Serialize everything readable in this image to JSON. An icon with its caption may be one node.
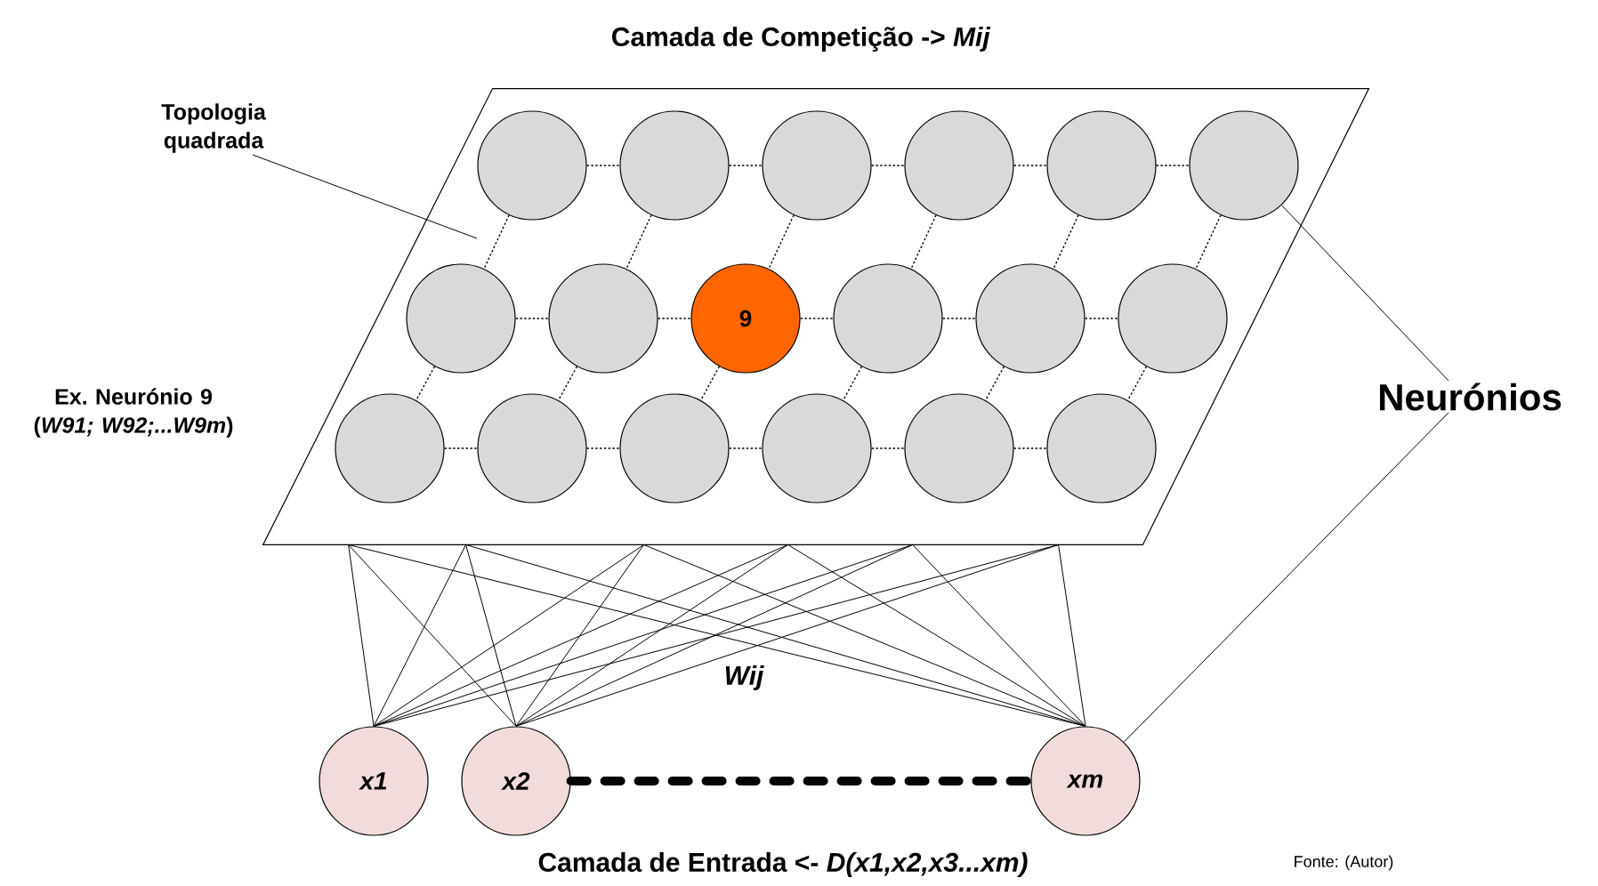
{
  "diagram": {
    "nodes": [
      {
        "text": [
          "Camada de Competição -> *Mij*"
        ]
      },
      {
        "text": [],
        "shape": "circle",
        "in": 0
      },
      {
        "text": [],
        "shape": "circle",
        "in": 0
      },
      {
        "text": [],
        "shape": "circle",
        "in": 0
      },
      {
        "text": [],
        "shape": "circle",
        "in": 0
      },
      {
        "text": [],
        "shape": "circle",
        "in": 0
      },
      {
        "text": [],
        "shape": "circle",
        "in": 0
      },
      {
        "text": [],
        "shape": "circle",
        "in": 0
      },
      {
        "text": [],
        "shape": "circle",
        "in": 0
      },
      {
        "text": [
          "9"
        ],
        "in": 0
      },
      {
        "text": [],
        "shape": "circle",
        "in": 0
      },
      {
        "text": [],
        "shape": "circle",
        "in": 0
      },
      {
        "text": [],
        "shape": "circle",
        "in": 0
      },
      {
        "text": [],
        "shape": "circle",
        "in": 0
      },
      {
        "text": [],
        "shape": "circle",
        "in": 0
      },
      {
        "text": [],
        "shape": "circle",
        "in": 0
      },
      {
        "text": [],
        "shape": "circle",
        "in": 0
      },
      {
        "text": [],
        "shape": "circle",
        "in": 0
      },
      {
        "text": [],
        "shape": "circle",
        "in": 0
      },
      {
        "text": [
          "x1"
        ]
      },
      {
        "text": [
          "x2"
        ]
      },
      {
        "text": [
          "xm"
        ]
      },
      {
        "text": [
          "Topologia quadrada"
        ]
      },
      {
        "text": [
          "Neurónios"
        ]
      }
    ],
    "edges": [
      {
        "from": 1,
        "to": 2,
        "arrow": "none",
        "style": "dashed"
      },
      {
        "from": 2,
        "to": 3,
        "arrow": "none",
        "style": "dashed"
      },
      {
        "from": 3,
        "to": 4,
        "arrow": "none",
        "style": "dashed"
      },
      {
        "from": 4,
        "to": 5,
        "arrow": "none",
        "style": "dashed"
      },
      {
        "from": 5,
        "to": 6,
        "arrow": "none",
        "style": "dashed"
      },
      {
        "from": 7,
        "to": 8,
        "arrow": "none",
        "style": "dashed"
      },
      {
        "from": 8,
        "to": 9,
        "arrow": "none",
        "style": "dashed"
      },
      {
        "from": 9,
        "to": 10,
        "arrow": "none",
        "style": "dashed"
      },
      {
        "from": 10,
        "to": 11,
        "arrow": "none",
        "style": "dashed"
      },
      {
        "from": 11,
        "to": 12,
        "arrow": "none",
        "style": "dashed"
      },
      {
        "from": 13,
        "to": 14,
        "arrow": "none",
        "style": "dashed"
      },
      {
        "from": 14,
        "to": 15,
        "arrow": "none",
        "style": "dashed"
      },
      {
        "from": 15,
        "to": 16,
        "arrow": "none",
        "style": "dashed"
      },
      {
        "from": 16,
        "to": 17,
        "arrow": "none",
        "style": "dashed"
      },
      {
        "from": 17,
        "to": 18,
        "arrow": "none",
        "style": "dashed"
      },
      {
        "from": 1,
        "to": 7,
        "arrow": "none",
        "style": "dashed"
      },
      {
        "from": 2,
        "to": 8,
        "arrow": "none",
        "style": "dashed"
      },
      {
        "from": 3,
        "to": 9,
        "arrow": "none",
        "style": "dashed"
      },
      {
        "from": 4,
        "to": 10,
        "arrow": "none",
        "style": "dashed"
      },
      {
        "from": 5,
        "to": 11,
        "arrow": "none",
        "style": "dashed"
      },
      {
        "from": 6,
        "to": 12,
        "arrow": "none",
        "style": "dashed"
      },
      {
        "from": 7,
        "to": 13,
        "arrow": "none",
        "style": "dashed"
      },
      {
        "from": 8,
        "to": 14,
        "arrow": "none",
        "style": "dashed"
      },
      {
        "from": 9,
        "to": 15,
        "arrow": "none",
        "style": "dashed"
      },
      {
        "from": 10,
        "to": 16,
        "arrow": "none",
        "style": "dashed"
      },
      {
        "from": 11,
        "to": 17,
        "arrow": "none",
        "style": "dashed"
      },
      {
        "from": 12,
        "to": 18,
        "arrow": "none",
        "style": "dashed"
      },
      {
        "from": 19,
        "to": 0,
        "arrow": "none"
      },
      {
        "from": 19,
        "to": 0,
        "arrow": "none"
      },
      {
        "from": 19,
        "to": 0,
        "arrow": "none"
      },
      {
        "from": 19,
        "to": 0,
        "arrow": "none"
      },
      {
        "from": 19,
        "to": 0,
        "arrow": "none"
      },
      {
        "from": 19,
        "to": 0,
        "arrow": "none"
      },
      {
        "from": 20,
        "to": 0,
        "arrow": "none"
      },
      {
        "from": 20,
        "to": 0,
        "arrow": "none"
      },
      {
        "from": 20,
        "to": 0,
        "arrow": "none"
      },
      {
        "from": 20,
        "to": 0,
        "arrow": "none"
      },
      {
        "from": 20,
        "to": 0,
        "arrow": "none"
      },
      {
        "from": 20,
        "to": 0,
        "arrow": "none"
      },
      {
        "from": 21,
        "to": 0,
        "arrow": "none"
      },
      {
        "from": 21,
        "to": 0,
        "arrow": "none"
      },
      {
        "from": 21,
        "to": 0,
        "arrow": "none"
      },
      {
        "from": 21,
        "to": 0,
        "arrow": "none"
      },
      {
        "from": 21,
        "to": 0,
        "arrow": "none"
      },
      {
        "from": 21,
        "to": 0,
        "arrow": "none"
      },
      {
        "from": 20,
        "to": 21,
        "arrow": "none",
        "style": "dashed"
      },
      {
        "from": 22,
        "to": null,
        "arrow": "none"
      },
      {
        "from": 23,
        "to": 6,
        "arrow": "none"
      },
      {
        "from": 23,
        "to": 21,
        "arrow": "none"
      }
    ],
    "labels": [
      "Ex. Neurónio 9 (*W91; W92;...W9m*)",
      "Wij",
      "Camada de Entrada <- *D(x1,x2,x3...xm)*",
      "Fonte: (Autor)"
    ]
  }
}
